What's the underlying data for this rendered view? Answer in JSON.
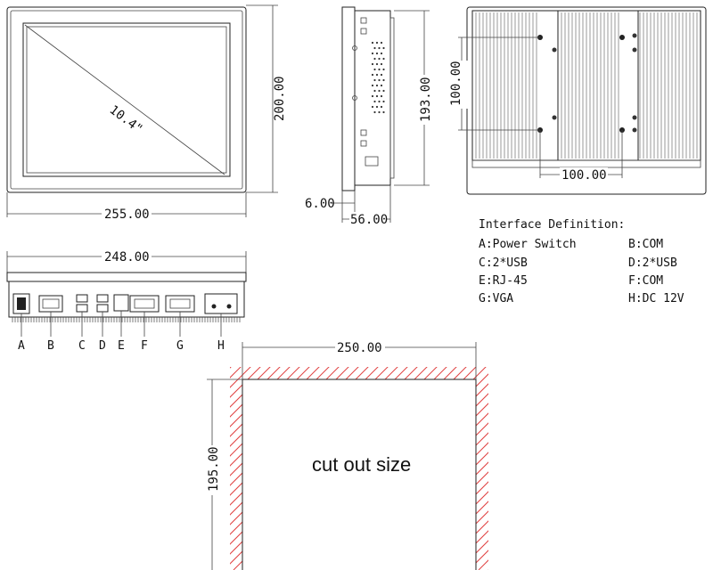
{
  "front_view": {
    "diagonal": "10.4\"",
    "height": "200.00",
    "width": "255.00"
  },
  "side_view": {
    "height": "193.00",
    "offset": "6.00",
    "depth": "56.00"
  },
  "rear_view": {
    "vertical_spacing": "100.00",
    "horizontal_spacing": "100.00"
  },
  "bottom_view": {
    "width": "248.00",
    "port_letters": [
      "A",
      "B",
      "C",
      "D",
      "E",
      "F",
      "G",
      "H"
    ]
  },
  "interface": {
    "title": "Interface Definition:",
    "items": [
      "A:Power Switch",
      "B:COM",
      "C:2*USB",
      "D:2*USB",
      "E:RJ-45",
      "F:COM",
      "G:VGA",
      "H:DC 12V"
    ]
  },
  "cutout": {
    "width": "250.00",
    "height": "195.00",
    "label": "cut out size"
  },
  "colors": {
    "line": "#222222",
    "hatch": "#e04040"
  }
}
